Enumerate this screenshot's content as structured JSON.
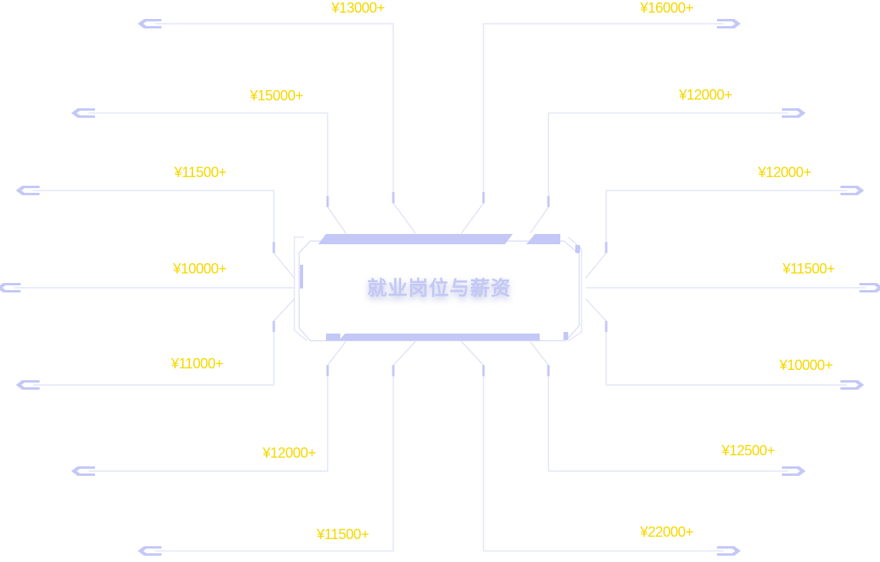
{
  "center_title": "就业岗位与薪资",
  "colors": {
    "salary_text": "#f5d800",
    "line": "#dde1f6",
    "accent": "#c3c8f7",
    "title_text": "#c3c8f5"
  },
  "salaries_left": [
    {
      "label": "¥13000+"
    },
    {
      "label": "¥15000+"
    },
    {
      "label": "¥11500+"
    },
    {
      "label": "¥10000+"
    },
    {
      "label": "¥11000+"
    },
    {
      "label": "¥12000+"
    },
    {
      "label": "¥11500+"
    }
  ],
  "salaries_right": [
    {
      "label": "¥16000+"
    },
    {
      "label": "¥12000+"
    },
    {
      "label": "¥12000+"
    },
    {
      "label": "¥11500+"
    },
    {
      "label": "¥10000+"
    },
    {
      "label": "¥12500+"
    },
    {
      "label": "¥22000+"
    }
  ]
}
